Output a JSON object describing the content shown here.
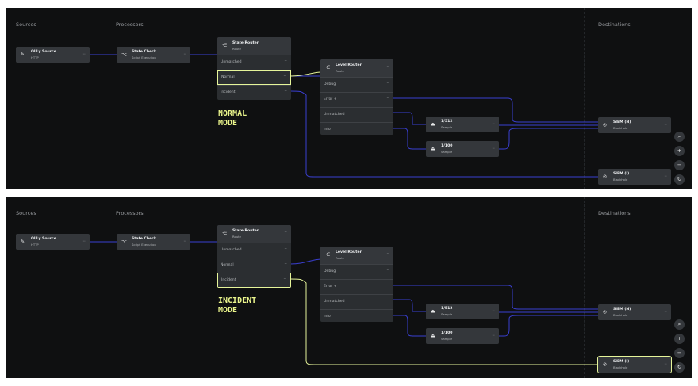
{
  "columns": {
    "sources": "Sources",
    "processors": "Processors",
    "destinations": "Destinations"
  },
  "icons": {
    "source": "plug-icon",
    "state_check": "script-icon",
    "router": "route-icon",
    "sample": "sample-icon",
    "siem": "blackhole-icon",
    "menu": "more-dots-icon",
    "zoom_search": "search-icon",
    "zoom_in": "plus-icon",
    "zoom_out": "minus-icon",
    "reset": "refresh-icon"
  },
  "nodes": {
    "source": {
      "title": "OLLy Source",
      "sub": "HTTP"
    },
    "state_check": {
      "title": "State Check",
      "sub": "Script Execution"
    },
    "state_router": {
      "title": "State Router",
      "sub": "Route",
      "routes": [
        "Unmatched",
        "Normal",
        "Incident"
      ]
    },
    "level_router": {
      "title": "Level Router",
      "sub": "Route",
      "routes": [
        "Debug",
        "Error +",
        "Unmatched",
        "Info"
      ]
    },
    "sample_512": {
      "title": "1/512",
      "sub": "Sample"
    },
    "sample_100": {
      "title": "1/100",
      "sub": "Sample"
    },
    "siem_n": {
      "title": "SIEM (N)",
      "sub": "Blackhole"
    },
    "siem_i": {
      "title": "SIEM (I)",
      "sub": "Blackhole"
    }
  },
  "panels": [
    {
      "mode_line1": "NORMAL",
      "mode_line2": "MODE",
      "active_route": "Normal"
    },
    {
      "mode_line1": "INCIDENT",
      "mode_line2": "MODE",
      "active_route": "Incident"
    }
  ],
  "controls": {
    "search": "⌕",
    "zoom_in": "+",
    "zoom_out": "−",
    "reset": "↻"
  },
  "colors": {
    "canvas": "#0f1011",
    "node": "#34373b",
    "edge_blue": "#3a3fd1",
    "edge_highlight": "#e6f59a",
    "mode_label": "#eaf58c"
  }
}
